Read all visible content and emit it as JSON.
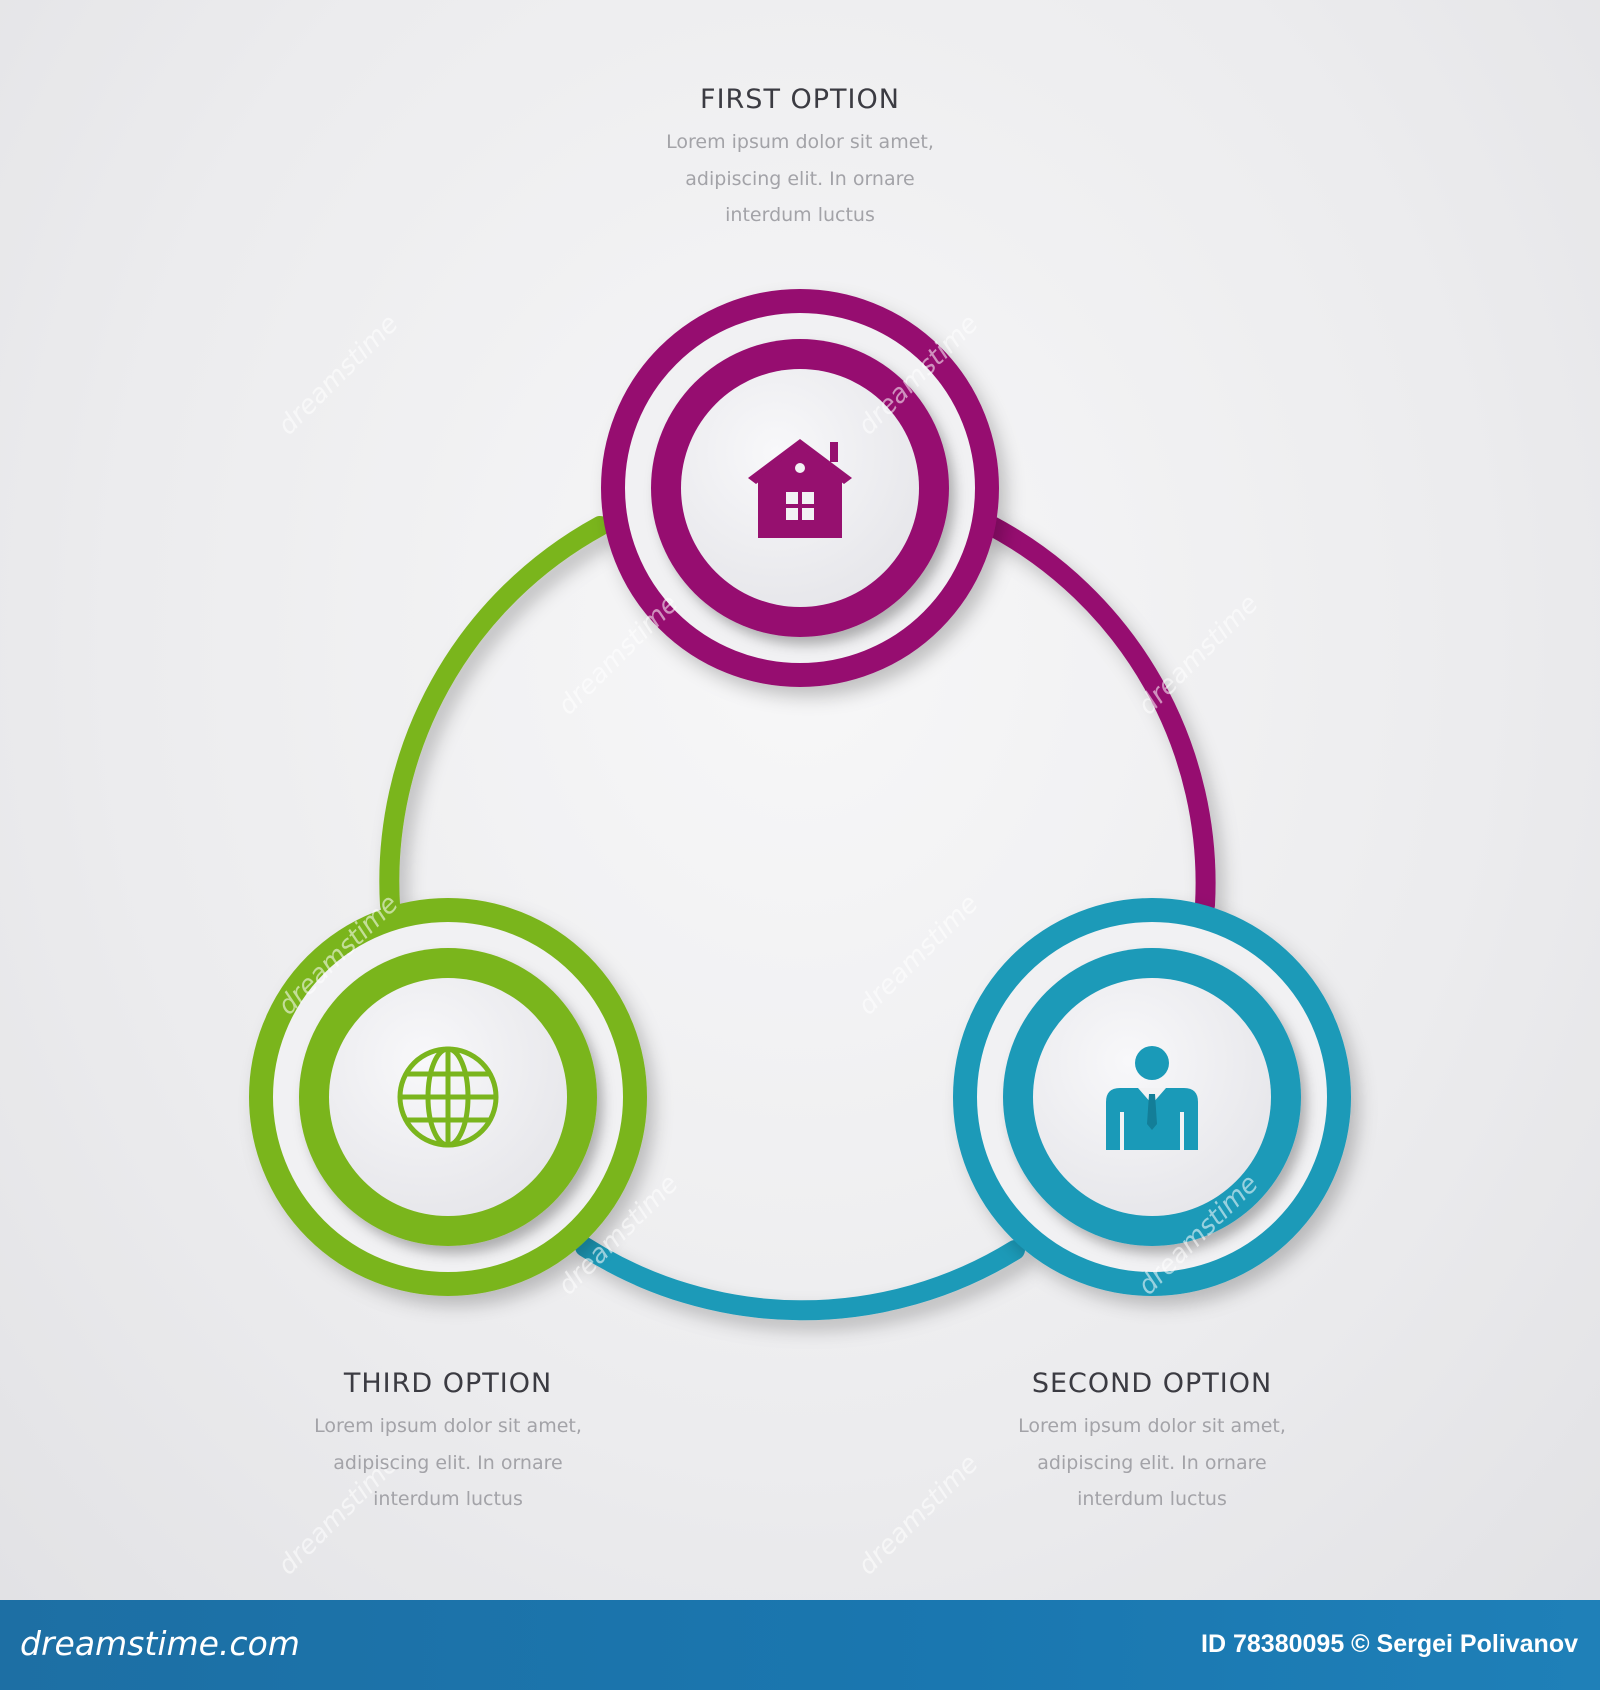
{
  "options": [
    {
      "key": "first",
      "title": "FIRST OPTION",
      "lines": [
        "Lorem ipsum dolor sit amet,",
        "adipiscing elit. In ornare",
        "interdum luctus"
      ],
      "color": "#96106f",
      "dark": "#7a0b5a",
      "icon": "house-icon"
    },
    {
      "key": "second",
      "title": "SECOND OPTION",
      "lines": [
        "Lorem ipsum dolor sit amet,",
        "adipiscing elit. In ornare",
        "interdum luctus"
      ],
      "color": "#1a9ab8",
      "dark": "#137e98",
      "icon": "businessman-icon"
    },
    {
      "key": "third",
      "title": "THIRD OPTION",
      "lines": [
        "Lorem ipsum dolor sit amet,",
        "adipiscing elit. In ornare",
        "interdum luctus"
      ],
      "color": "#7ab51d",
      "dark": "#5f9414",
      "icon": "globe-icon"
    }
  ],
  "footer": {
    "site": "dreamstime.com",
    "credit": "ID 78380095 © Sergei Polivanov"
  },
  "watermark": "dreamstime"
}
